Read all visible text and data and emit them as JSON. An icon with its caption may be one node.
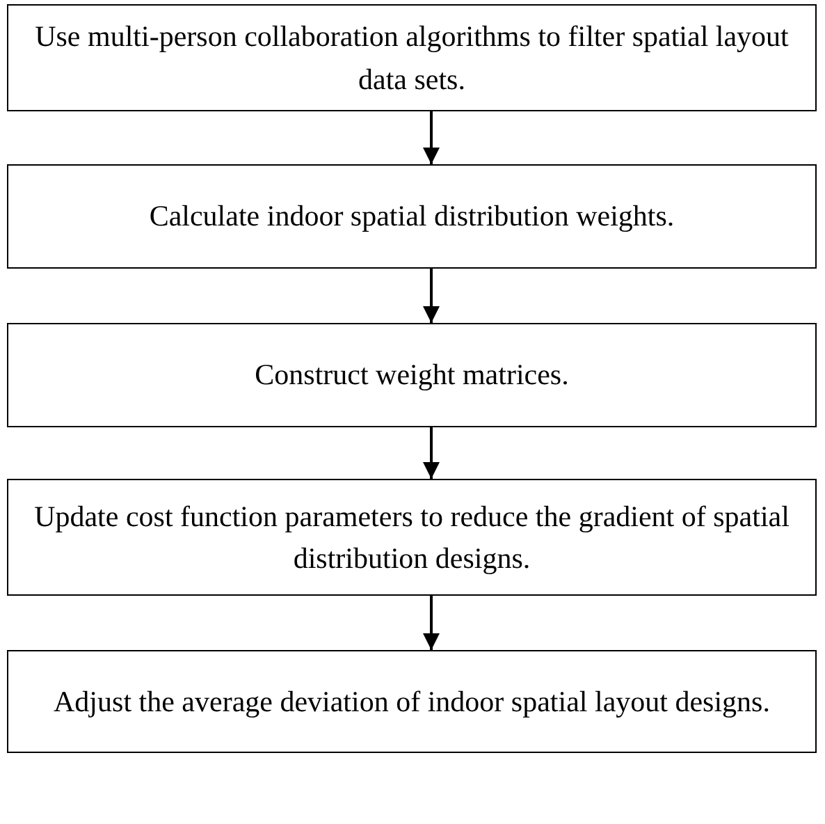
{
  "diagram": {
    "nodes": [
      {
        "text": [
          "Use multi-person collaboration algorithms to filter spatial layout data sets."
        ]
      },
      {
        "text": [
          "Calculate indoor spatial distribution weights."
        ]
      },
      {
        "text": [
          "Construct weight matrices."
        ]
      },
      {
        "text": [
          "Update cost function parameters to reduce the gradient of spatial distribution designs."
        ]
      },
      {
        "text": [
          "Adjust the average deviation of indoor spatial layout designs."
        ]
      }
    ],
    "edges": [
      {
        "from": 0,
        "to": 1,
        "arrow": "to"
      },
      {
        "from": 1,
        "to": 2,
        "arrow": "to"
      },
      {
        "from": 2,
        "to": 3,
        "arrow": "to"
      },
      {
        "from": 3,
        "to": 4,
        "arrow": "to"
      }
    ]
  }
}
